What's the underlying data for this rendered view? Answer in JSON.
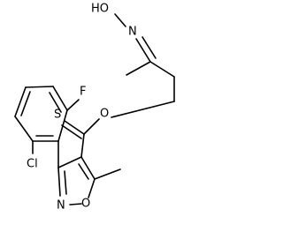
{
  "structure": {
    "atoms": {
      "hydroxyl": "HO",
      "oxime_nitrogen": "N",
      "ester_oxygen": "O",
      "thione_sulfur": "S",
      "fluorine": "F",
      "chlorine": "Cl",
      "ring_nitrogen": "N",
      "ring_oxygen": "O"
    }
  }
}
